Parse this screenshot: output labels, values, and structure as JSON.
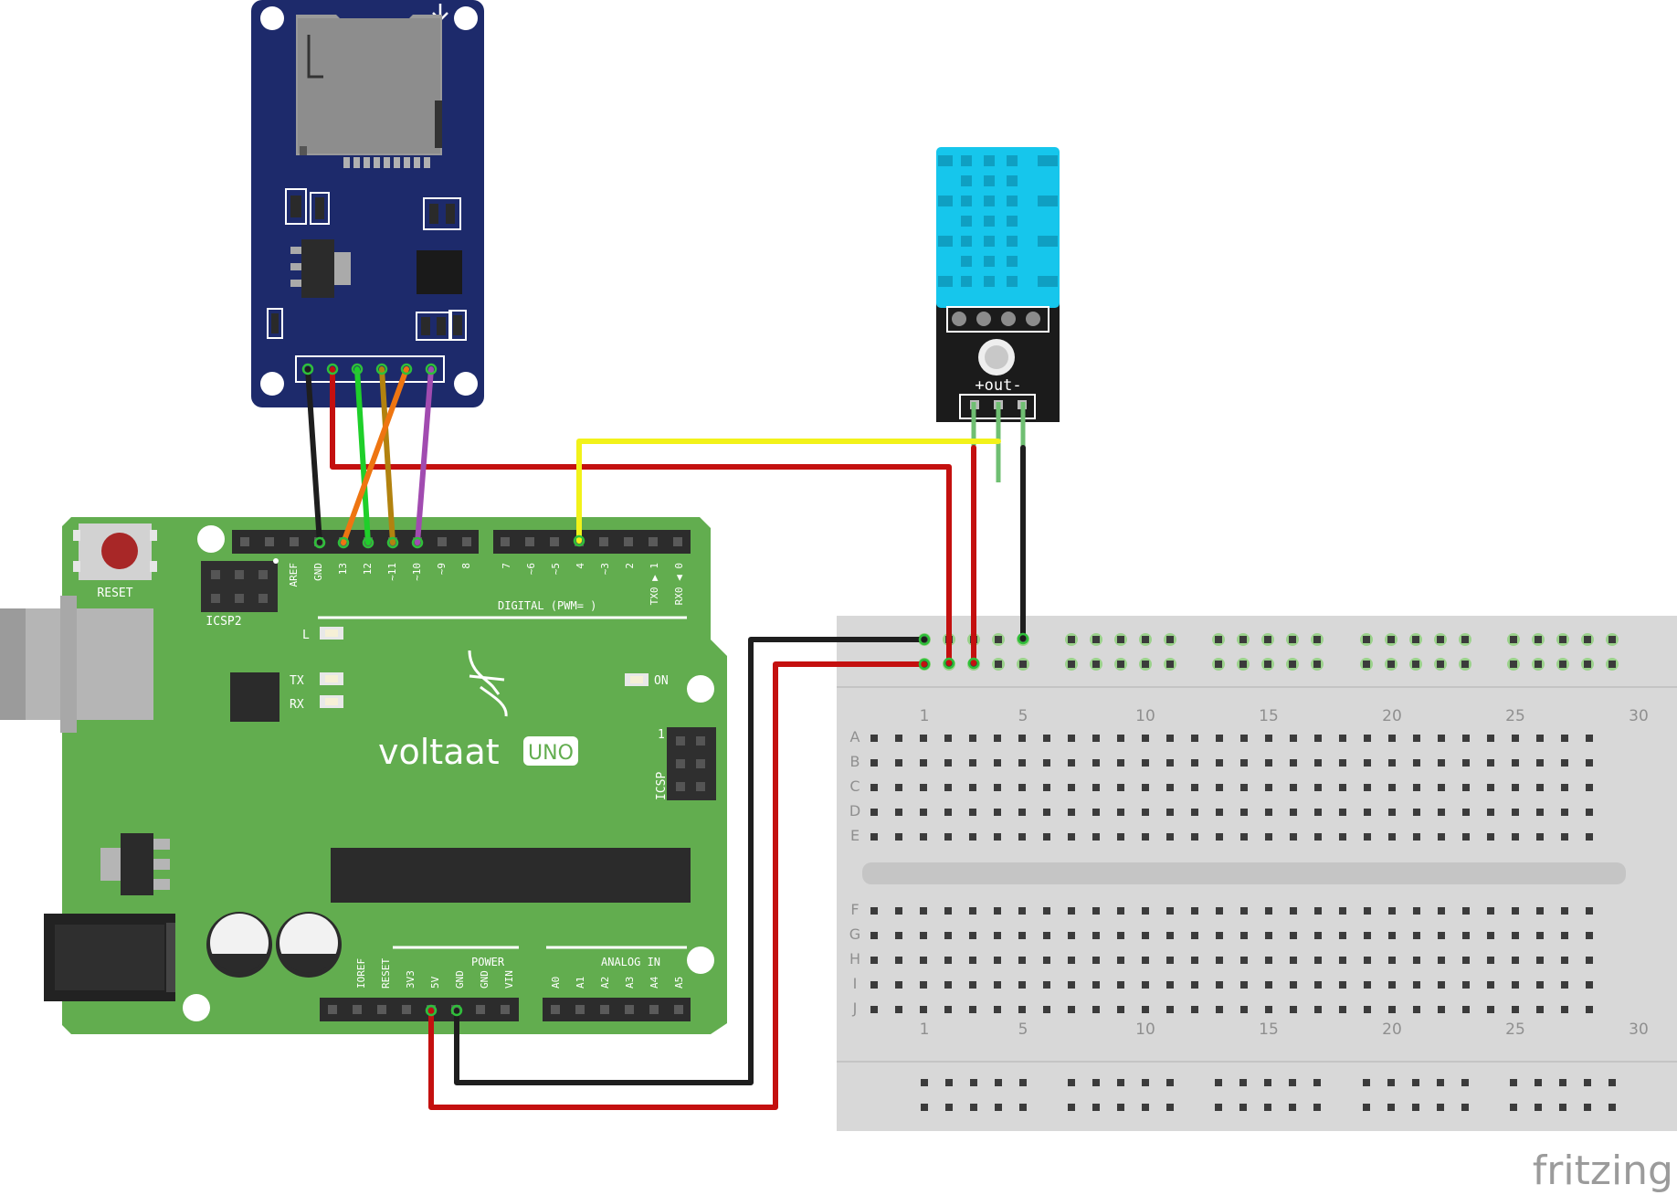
{
  "arduino": {
    "brand": "voltaat",
    "model": "UNO",
    "reset_label": "RESET",
    "icsp2_label": "ICSP2",
    "icsp_label": "ICSP",
    "icsp_pin1": "1",
    "led_l": "L",
    "led_tx": "TX",
    "led_rx": "RX",
    "led_on": "ON",
    "digital_header": "DIGITAL (PWM=     )",
    "power_header": "POWER",
    "analog_header": "ANALOG IN",
    "digital_pins_left": [
      "AREF",
      "GND",
      "13",
      "12",
      "~11",
      "~10",
      "~9",
      "8"
    ],
    "digital_pins_right": [
      "7",
      "~6",
      "~5",
      "4",
      "~3",
      "2",
      "TX0 ▶ 1",
      "RX0 ◀ 0"
    ],
    "power_pins": [
      "IOREF",
      "RESET",
      "3V3",
      "5V",
      "GND",
      "GND",
      "VIN"
    ],
    "analog_pins": [
      "A0",
      "A1",
      "A2",
      "A3",
      "A4",
      "A5"
    ]
  },
  "sensor": {
    "pin_label": "+out-"
  },
  "breadboard": {
    "column_numbers": [
      "1",
      "5",
      "10",
      "15",
      "20",
      "25",
      "30"
    ],
    "rows_top": [
      "A",
      "B",
      "C",
      "D",
      "E"
    ],
    "rows_bottom": [
      "F",
      "G",
      "H",
      "I",
      "J"
    ]
  },
  "watermark": "fritzing",
  "colors": {
    "arduino_board": "#62ad4f",
    "sd_board": "#1d2a6b",
    "sensor_housing": "#16c6ec",
    "breadboard": "#d8d8d8",
    "wire_red": "#c4100f",
    "wire_black": "#1e1e1e",
    "wire_yellow": "#f2f21a",
    "wire_green": "#1fcf2a",
    "wire_orange": "#ee7511",
    "wire_brown": "#b2820f",
    "wire_purple": "#a14bb0"
  }
}
